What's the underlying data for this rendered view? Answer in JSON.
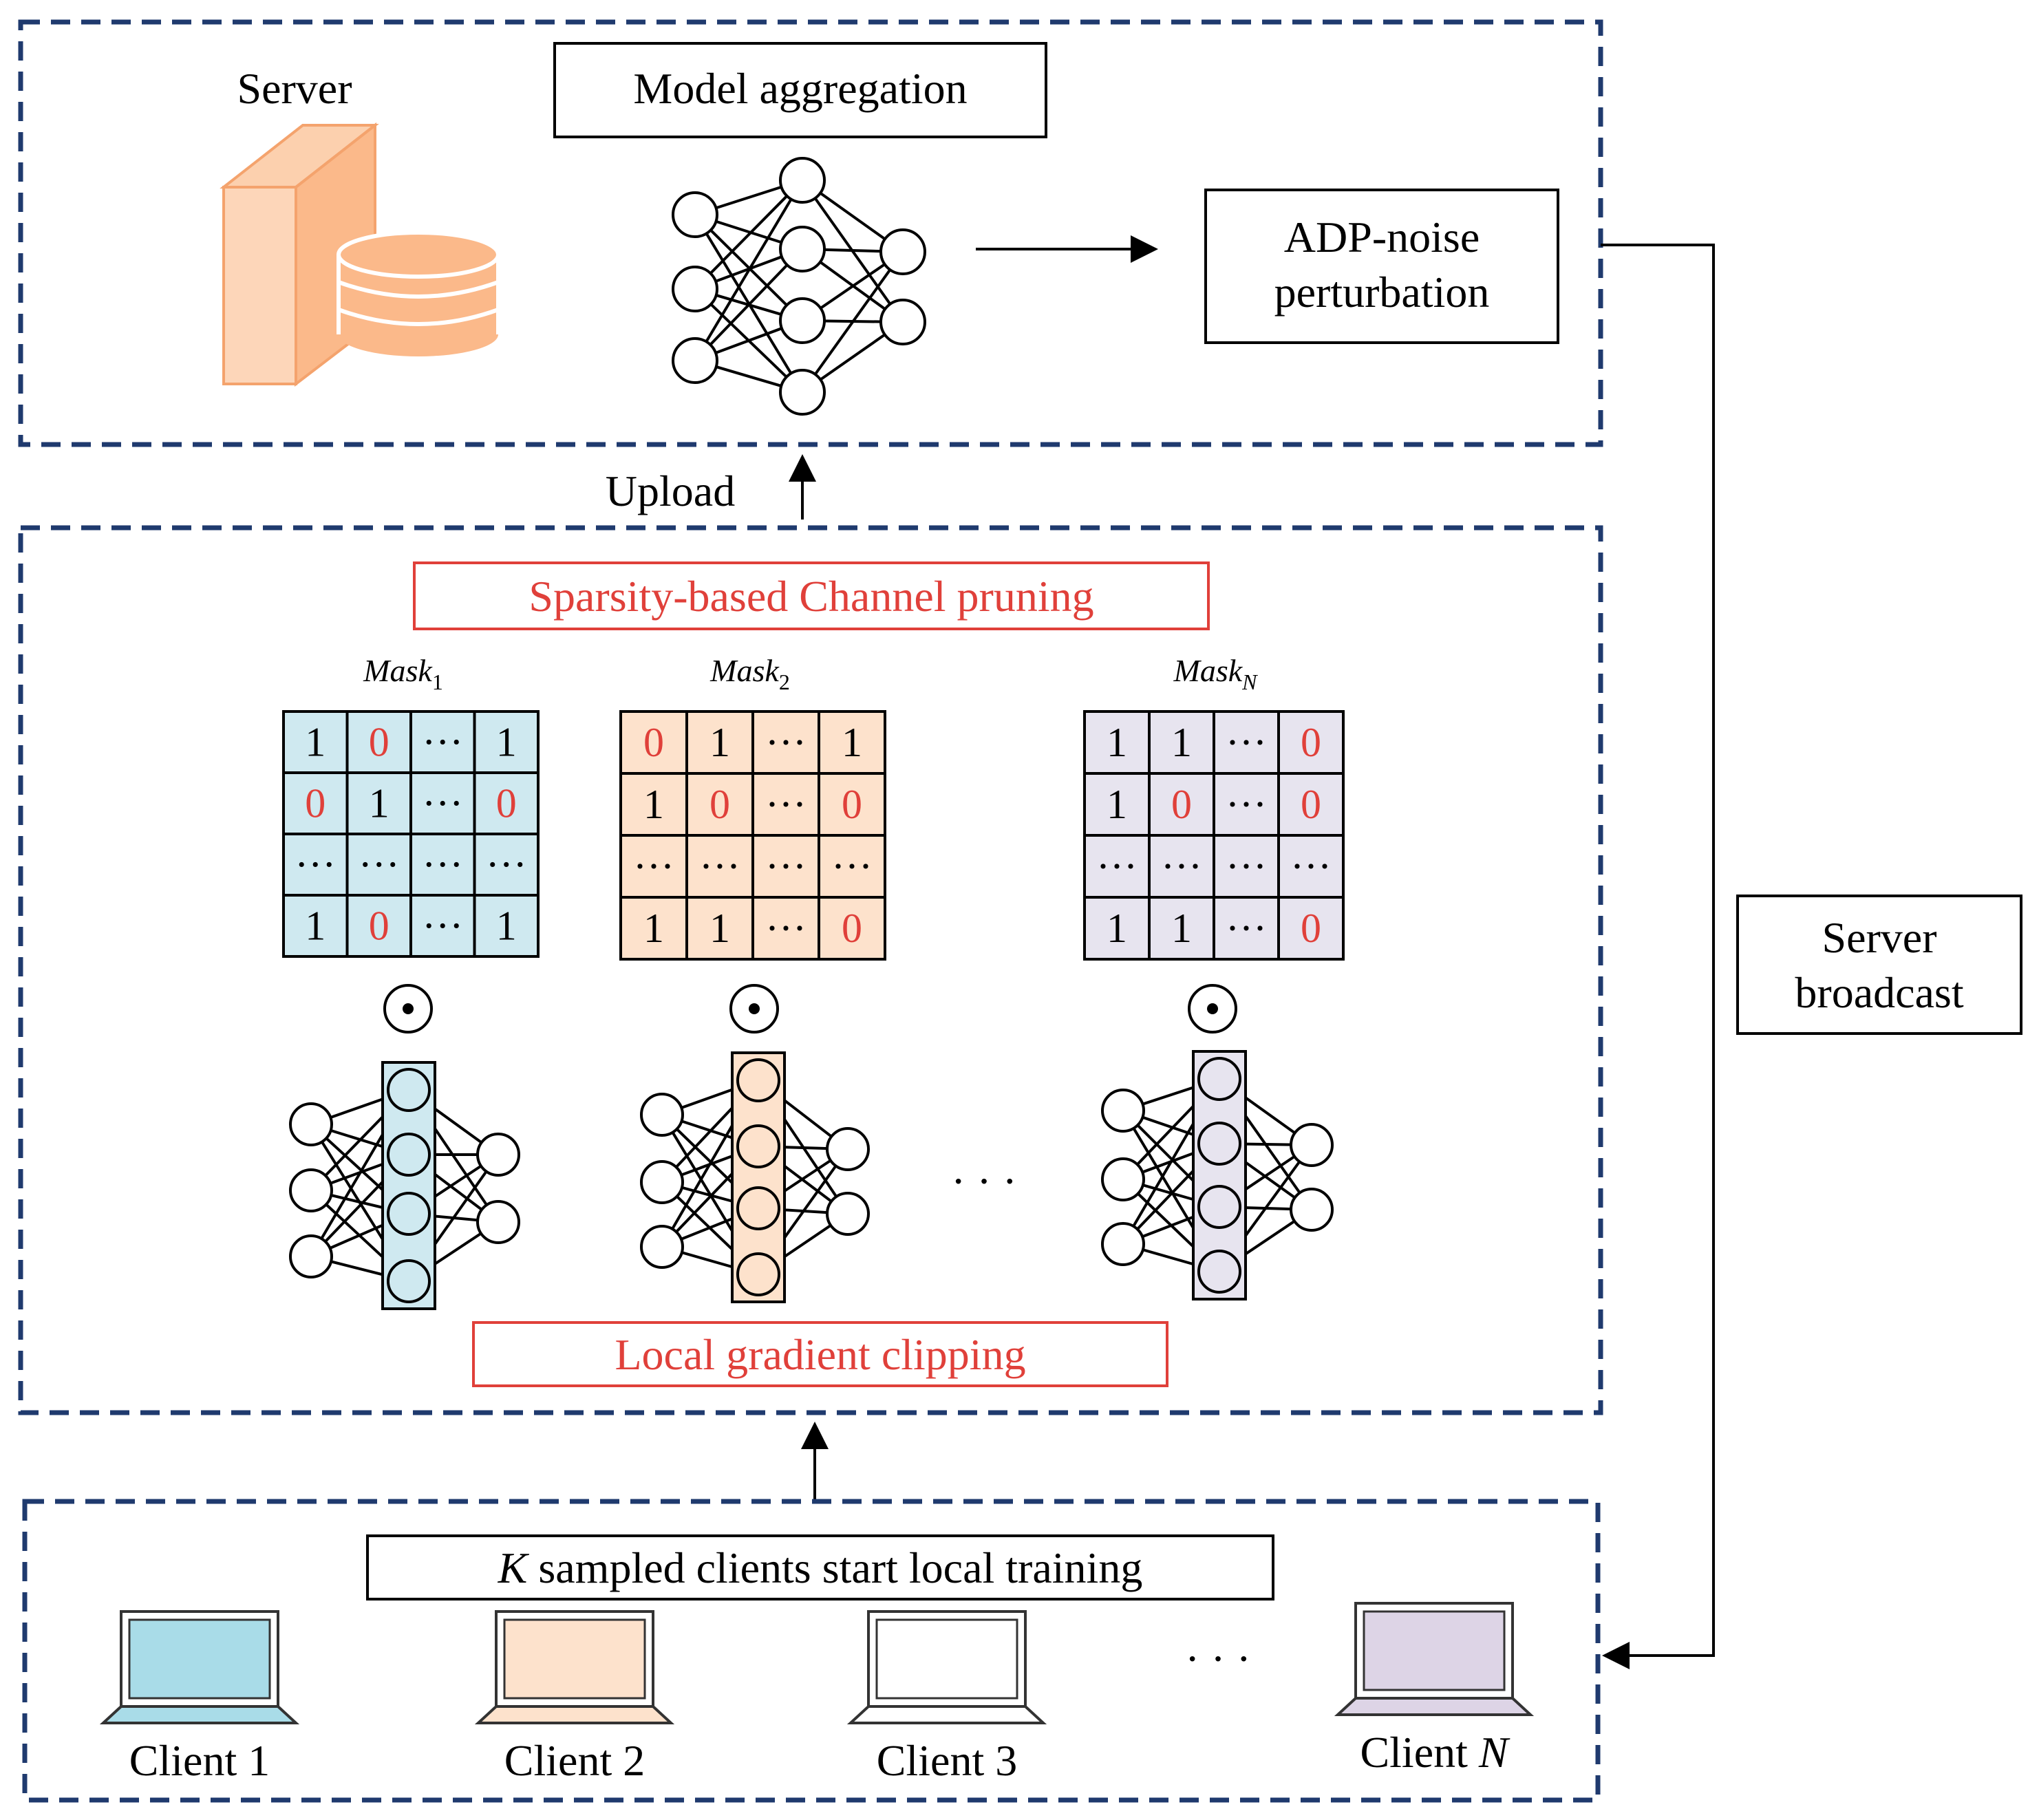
{
  "colors": {
    "frame": "#1f3a6e",
    "highlight_red": "#e0403a",
    "server_orange": "#fbb98a",
    "client1": "#a9dce8",
    "client2": "#fde2cc",
    "client3": "#ffffff",
    "clientN": "#ddd4e6",
    "mask1_bg": "#cfe9f0",
    "mask2_bg": "#fde2cc",
    "maskN_bg": "#e7e4ef"
  },
  "server": {
    "label": "Server",
    "icon": "server-database-icon",
    "model_aggregation": "Model aggregation",
    "adp_noise": [
      "ADP-noise",
      "perturbation"
    ]
  },
  "upload_label": "Upload",
  "server_broadcast": [
    "Server",
    "broadcast"
  ],
  "pruning": {
    "title": "Sparsity-based Channel pruning",
    "clipping": "Local gradient clipping",
    "masks": [
      {
        "label": "Mask",
        "sub": "1",
        "cells": [
          [
            "1",
            "0",
            "···",
            "1"
          ],
          [
            "0",
            "1",
            "···",
            "0"
          ],
          [
            "···",
            "···",
            "···",
            "···"
          ],
          [
            "1",
            "0",
            "···",
            "1"
          ]
        ]
      },
      {
        "label": "Mask",
        "sub": "2",
        "cells": [
          [
            "0",
            "1",
            "···",
            "1"
          ],
          [
            "1",
            "0",
            "···",
            "0"
          ],
          [
            "···",
            "···",
            "···",
            "···"
          ],
          [
            "1",
            "1",
            "···",
            "0"
          ]
        ]
      },
      {
        "label": "Mask",
        "sub": "N",
        "cells": [
          [
            "1",
            "1",
            "···",
            "0"
          ],
          [
            "1",
            "0",
            "···",
            "0"
          ],
          [
            "···",
            "···",
            "···",
            "···"
          ],
          [
            "1",
            "1",
            "···",
            "0"
          ]
        ]
      }
    ],
    "hadamard_symbol": "⊙",
    "ellipsis": "· · ·"
  },
  "clients": {
    "title_var": "K",
    "title_rest": " sampled clients start local training",
    "items": [
      {
        "label": "Client 1"
      },
      {
        "label": "Client 2"
      },
      {
        "label": "Client 3"
      },
      {
        "label": "Client ",
        "var": "N"
      }
    ],
    "ellipsis": "· · ·"
  }
}
